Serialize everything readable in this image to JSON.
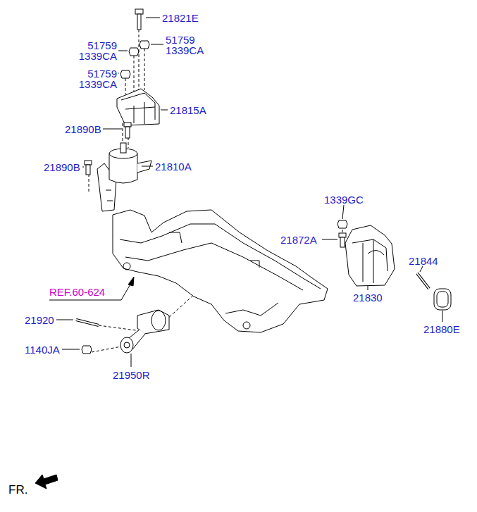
{
  "diagram": {
    "labels": [
      "21821E",
      "51759 1339CA",
      "51759 1339CA",
      "51759 1339CA",
      "21815A",
      "21890B",
      "21890B",
      "21810A",
      "1339GC",
      "21872A",
      "21844",
      "21830",
      "21880E",
      "REF.60-624",
      "21920",
      "1140JA",
      "21950R",
      "FR."
    ]
  }
}
